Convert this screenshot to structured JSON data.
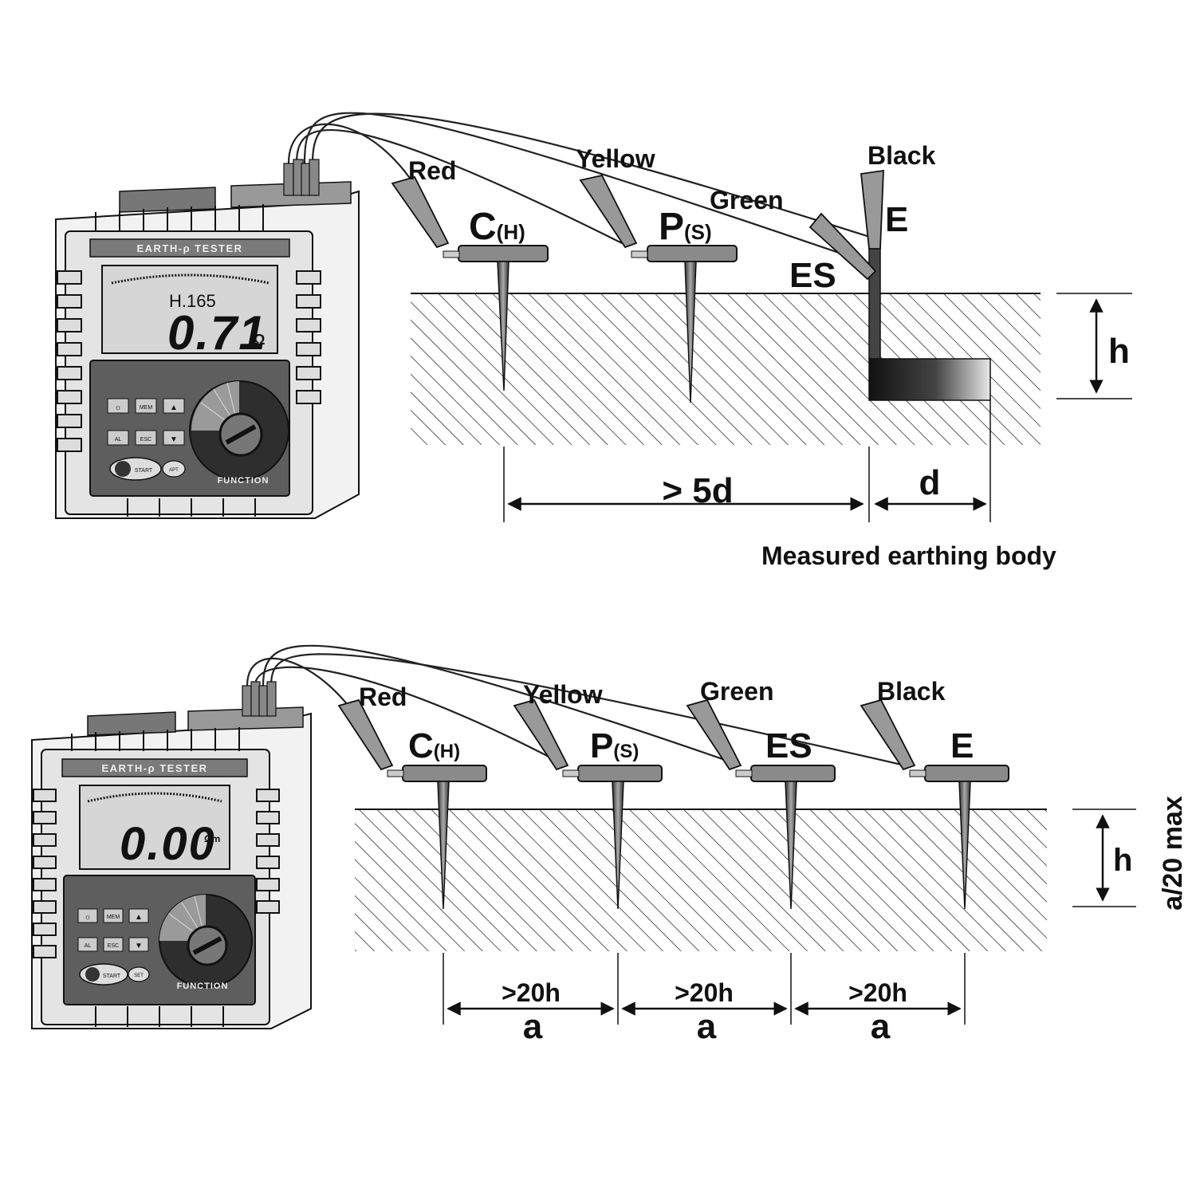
{
  "colors": {
    "ink": "#111111",
    "device_body": "#e6e6e6",
    "device_panel": "#5e5e5e",
    "screen": "#d4d4d4",
    "probe": "#8a8a8a",
    "soil_hatch": "#333333"
  },
  "top": {
    "device": {
      "title": "EARTH-ρ TESTER",
      "hold_text": "H.165",
      "reading": "0.71",
      "unit": "Ω",
      "function_label": "FUNCTION",
      "start_label": "START",
      "ap_label": "APT",
      "keys": [
        "☼",
        "MEM",
        "▲",
        "AL",
        "ESC",
        "▼"
      ]
    },
    "leads": {
      "red": "Red",
      "yellow": "Yellow",
      "green": "Green",
      "black": "Black"
    },
    "terminals": {
      "c_main": "C",
      "c_sub": "(H)",
      "p_main": "P",
      "p_sub": "(S)",
      "e": "E",
      "es": "ES"
    },
    "dimensions": {
      "spacing": "> 5d",
      "body_length": "d",
      "depth": "h"
    },
    "caption": "Measured earthing body"
  },
  "bottom": {
    "device": {
      "title": "EARTH-ρ TESTER",
      "reading": "0.00",
      "unit": "Ωm",
      "function_label": "FUNCTION",
      "start_label": "START",
      "ap_label": "SET",
      "keys": [
        "☼",
        "MEM",
        "▲",
        "AL",
        "ESC",
        "▼"
      ]
    },
    "leads": {
      "red": "Red",
      "yellow": "Yellow",
      "green": "Green",
      "black": "Black"
    },
    "terminals": {
      "c_main": "C",
      "c_sub": "(H)",
      "p_main": "P",
      "p_sub": "(S)",
      "es": "ES",
      "e": "E"
    },
    "dimensions": {
      "spacing": [
        ">20h",
        ">20h",
        ">20h"
      ],
      "spacing_symbol": [
        "a",
        "a",
        "a"
      ],
      "depth": "h",
      "depth_max": "a/20 max"
    }
  }
}
